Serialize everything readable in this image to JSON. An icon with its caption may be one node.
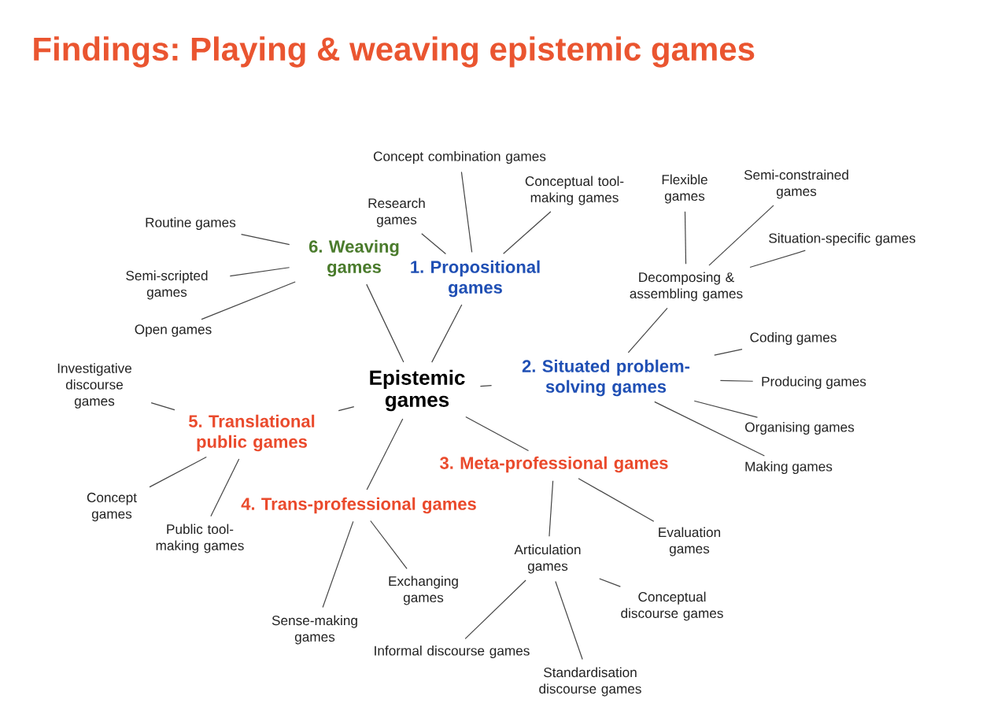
{
  "diagram": {
    "title": "Findings: Playing & weaving epistemic games",
    "nodes": [
      {
        "text": [
          "Epistemic games"
        ]
      },
      {
        "text": [
          "1. Propositional games"
        ]
      },
      {
        "text": [
          "Research games"
        ]
      },
      {
        "text": [
          "Concept combination games"
        ]
      },
      {
        "text": [
          "Conceptual tool-making games"
        ]
      },
      {
        "text": [
          "2. Situated problem-solving games"
        ]
      },
      {
        "text": [
          "Decomposing & assembling games"
        ]
      },
      {
        "text": [
          "Flexible games"
        ]
      },
      {
        "text": [
          "Semi-constrained games"
        ]
      },
      {
        "text": [
          "Situation-specific games"
        ]
      },
      {
        "text": [
          "Coding games"
        ]
      },
      {
        "text": [
          "Producing games"
        ]
      },
      {
        "text": [
          "Organising games"
        ]
      },
      {
        "text": [
          "Making games"
        ]
      },
      {
        "text": [
          "3. Meta-professional games"
        ]
      },
      {
        "text": [
          "Articulation games"
        ]
      },
      {
        "text": [
          "Evaluation games"
        ]
      },
      {
        "text": [
          "Conceptual discourse games"
        ]
      },
      {
        "text": [
          "Standardisation discourse games"
        ]
      },
      {
        "text": [
          "Informal discourse games"
        ]
      },
      {
        "text": [
          "4. Trans-professional games"
        ]
      },
      {
        "text": [
          "Exchanging games"
        ]
      },
      {
        "text": [
          "Sense-making games"
        ]
      },
      {
        "text": [
          "5. Translational public games"
        ]
      },
      {
        "text": [
          "Investigative discourse games"
        ]
      },
      {
        "text": [
          "Concept games"
        ]
      },
      {
        "text": [
          "Public tool-making games"
        ]
      },
      {
        "text": [
          "6. Weaving games"
        ]
      },
      {
        "text": [
          "Routine games"
        ]
      },
      {
        "text": [
          "Semi-scripted games"
        ]
      },
      {
        "text": [
          "Open games"
        ]
      }
    ],
    "edges": [
      {
        "from": 0,
        "to": 1,
        "arrow": "none"
      },
      {
        "from": 1,
        "to": 2,
        "arrow": "none"
      },
      {
        "from": 1,
        "to": 3,
        "arrow": "none"
      },
      {
        "from": 1,
        "to": 4,
        "arrow": "none"
      },
      {
        "from": 0,
        "to": 5,
        "arrow": "none"
      },
      {
        "from": 5,
        "to": 6,
        "arrow": "none"
      },
      {
        "from": 6,
        "to": 7,
        "arrow": "none"
      },
      {
        "from": 6,
        "to": 8,
        "arrow": "none"
      },
      {
        "from": 6,
        "to": 9,
        "arrow": "none"
      },
      {
        "from": 5,
        "to": 10,
        "arrow": "none"
      },
      {
        "from": 5,
        "to": 11,
        "arrow": "none"
      },
      {
        "from": 5,
        "to": 12,
        "arrow": "none"
      },
      {
        "from": 5,
        "to": 13,
        "arrow": "none"
      },
      {
        "from": 0,
        "to": 14,
        "arrow": "none"
      },
      {
        "from": 14,
        "to": 15,
        "arrow": "none"
      },
      {
        "from": 14,
        "to": 16,
        "arrow": "none"
      },
      {
        "from": 15,
        "to": 17,
        "arrow": "none"
      },
      {
        "from": 15,
        "to": 18,
        "arrow": "none"
      },
      {
        "from": 15,
        "to": 19,
        "arrow": "none"
      },
      {
        "from": 0,
        "to": 20,
        "arrow": "none"
      },
      {
        "from": 20,
        "to": 21,
        "arrow": "none"
      },
      {
        "from": 20,
        "to": 22,
        "arrow": "none"
      },
      {
        "from": 0,
        "to": 23,
        "arrow": "none"
      },
      {
        "from": 23,
        "to": 24,
        "arrow": "none"
      },
      {
        "from": 23,
        "to": 25,
        "arrow": "none"
      },
      {
        "from": 23,
        "to": 26,
        "arrow": "none"
      },
      {
        "from": 0,
        "to": 27,
        "arrow": "none"
      },
      {
        "from": 27,
        "to": 28,
        "arrow": "none"
      },
      {
        "from": 27,
        "to": 29,
        "arrow": "none"
      },
      {
        "from": 27,
        "to": 30,
        "arrow": "none"
      }
    ]
  }
}
